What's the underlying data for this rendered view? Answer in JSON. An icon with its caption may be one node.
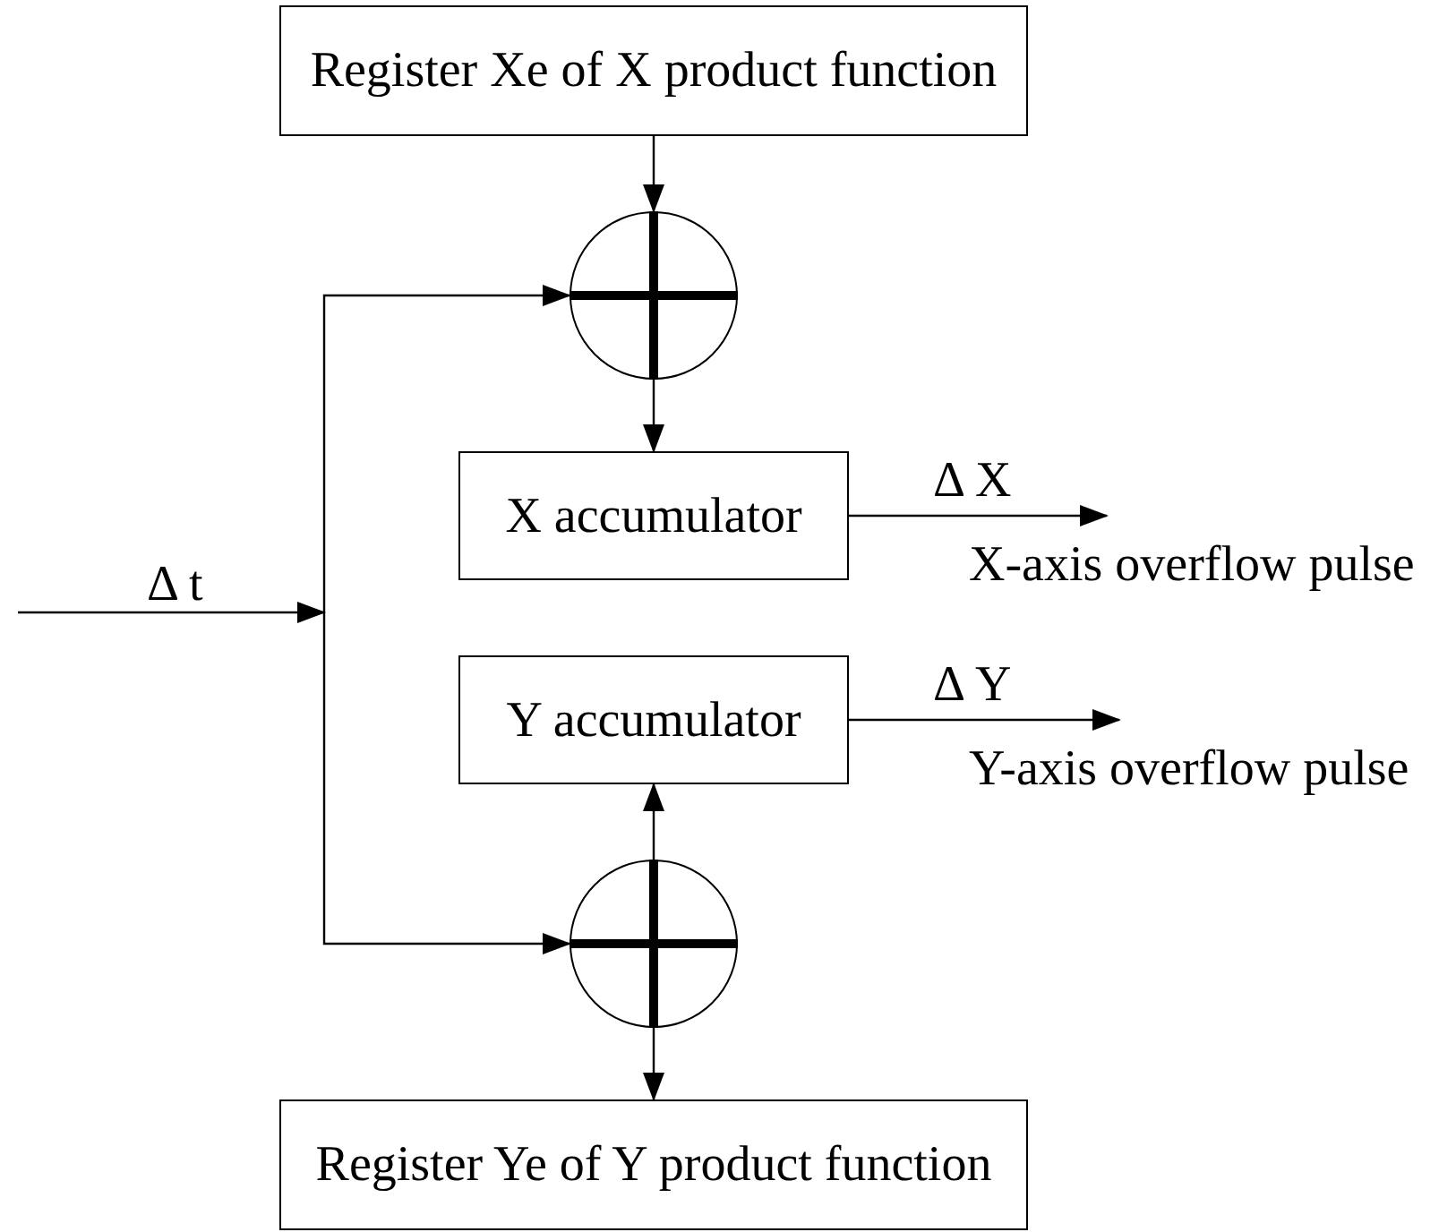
{
  "diagram": {
    "nodes": [
      {
        "text": [
          "Register Xe of X product function"
        ]
      },
      {
        "text": [],
        "shape": "circle"
      },
      {
        "text": [
          "X accumulator"
        ]
      },
      {
        "text": [
          "Y accumulator"
        ]
      },
      {
        "text": [],
        "shape": "circle"
      },
      {
        "text": [
          "Register Ye of Y product function"
        ]
      },
      {
        "text": [
          "X-axis overflow pulse"
        ]
      },
      {
        "text": [
          "Y-axis overflow pulse"
        ]
      }
    ],
    "edges": [
      {
        "from": 0,
        "to": 1,
        "arrow": "to"
      },
      {
        "from": 1,
        "to": 2,
        "arrow": "to"
      },
      {
        "from": null,
        "to": 1,
        "arrow": "to",
        "label": "Δ t"
      },
      {
        "from": null,
        "to": 4,
        "arrow": "to"
      },
      {
        "from": 2,
        "to": 6,
        "arrow": "to",
        "label": "Δ X"
      },
      {
        "from": 3,
        "to": 7,
        "arrow": "to",
        "label": "Δ Y"
      },
      {
        "from": 4,
        "to": 3,
        "arrow": "to"
      },
      {
        "from": 4,
        "to": 5,
        "arrow": "to"
      }
    ]
  }
}
